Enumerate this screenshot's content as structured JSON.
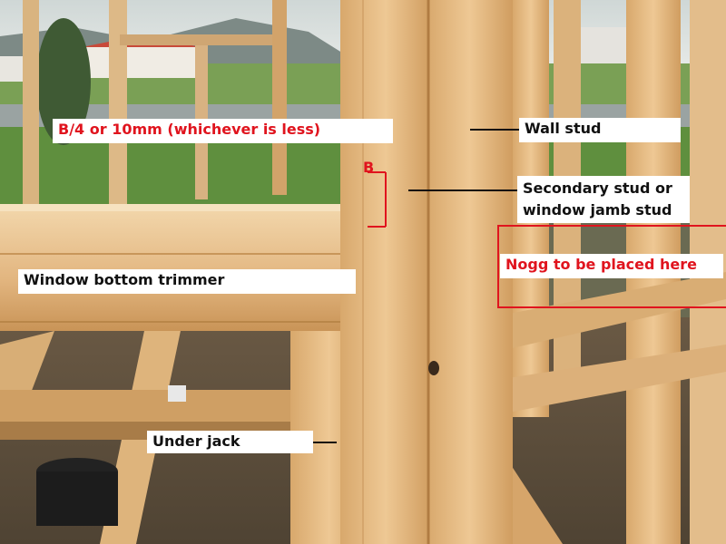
{
  "annotations": {
    "b_rule": "B/4 or 10mm (whichever is less)",
    "b_marker": "B",
    "wall_stud": "Wall stud",
    "secondary_stud_line1": "Secondary stud or",
    "secondary_stud_line2": "window jamb stud",
    "nogg": "Nogg to be placed here",
    "trimmer": "Window bottom trimmer",
    "under_jack": "Under jack"
  },
  "colors": {
    "annotation_red": "#e0141e",
    "timber": "#e2b57f",
    "grass": "#5f8f3e",
    "sky": "#dfe3e2"
  }
}
